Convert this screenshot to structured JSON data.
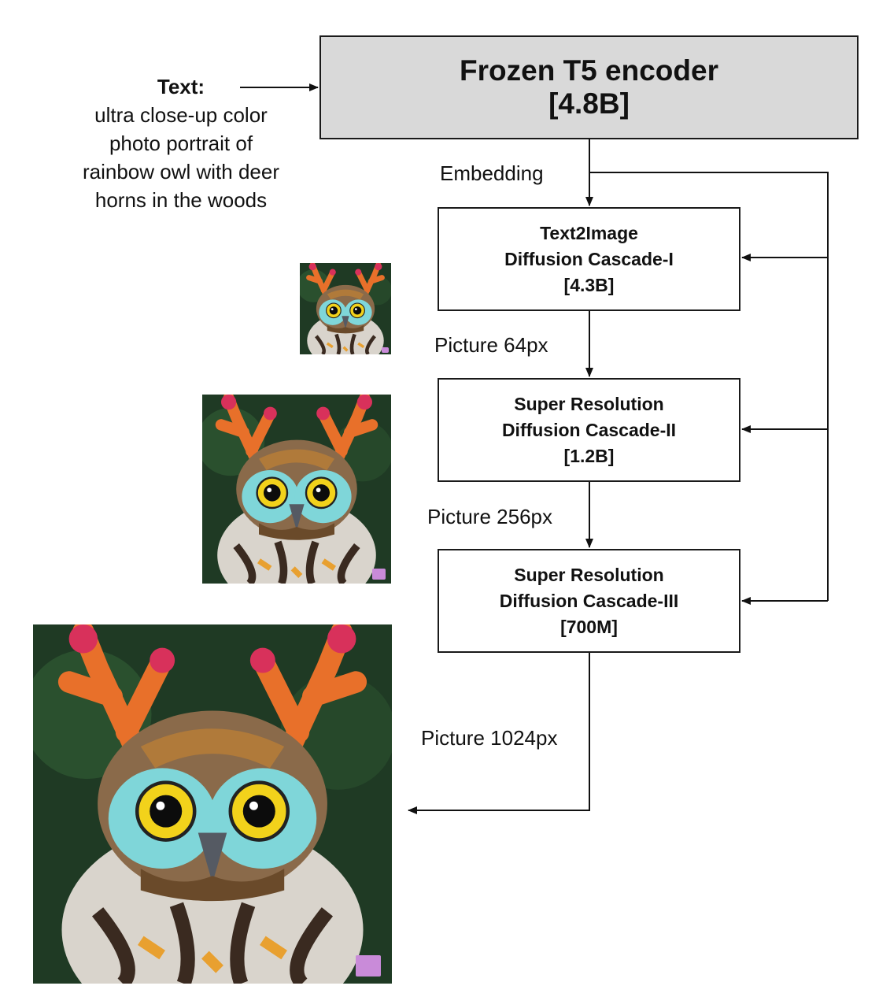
{
  "prompt": {
    "heading": "Text:",
    "lines": [
      "ultra close-up color",
      "photo portrait of",
      "rainbow owl with deer",
      "horns in the woods"
    ]
  },
  "encoder": {
    "title": "Frozen T5 encoder",
    "params": "[4.8B]"
  },
  "stages": [
    {
      "line1": "Text2Image",
      "line2": "Diffusion Cascade-I",
      "params": "[4.3B]"
    },
    {
      "line1": "Super Resolution",
      "line2": "Diffusion Cascade-II",
      "params": "[1.2B]"
    },
    {
      "line1": "Super Resolution",
      "line2": "Diffusion Cascade-III",
      "params": "[700M]"
    }
  ],
  "labels": {
    "embedding": "Embedding",
    "pic64": "Picture 64px",
    "pic256": "Picture 256px",
    "pic1024": "Picture 1024px"
  },
  "images": [
    {
      "name": "owl-64px",
      "subject": "rainbow owl with deer horns"
    },
    {
      "name": "owl-256px",
      "subject": "rainbow owl with deer horns"
    },
    {
      "name": "owl-1024px",
      "subject": "rainbow owl with deer horns"
    }
  ],
  "colors": {
    "encoder_fill": "#d9d9d9",
    "line": "#111111",
    "forest_bg": "#1f3a24",
    "antler": "#e8702a",
    "antler_tip": "#d8315b",
    "eye_ring": "#7fd6d9",
    "eye": "#f2d21b"
  }
}
